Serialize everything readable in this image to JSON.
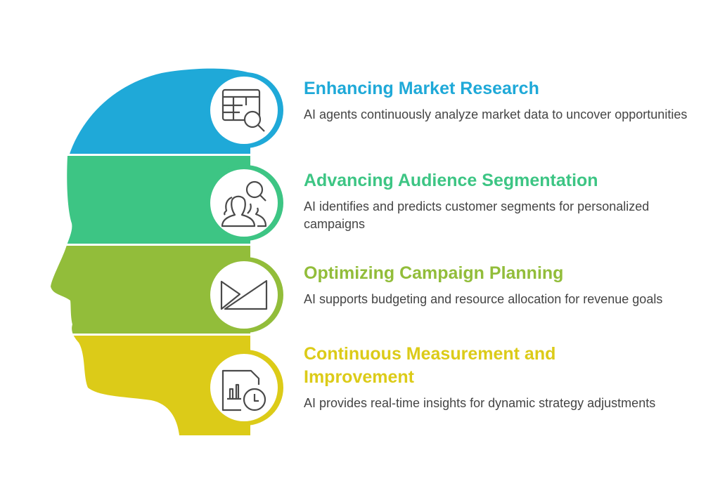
{
  "colors": {
    "blue": "#1FA9D8",
    "green": "#3DC584",
    "lime": "#92BD3A",
    "yellow": "#DCCB18",
    "icon": "#4a4a4a"
  },
  "items": [
    {
      "title": "Enhancing Market Research",
      "description": "AI agents continuously analyze market data to uncover opportunities",
      "icon": "table-search-icon"
    },
    {
      "title": "Advancing Audience Segmentation",
      "description": "AI identifies and predicts customer segments for personalized campaigns",
      "icon": "people-search-icon"
    },
    {
      "title": "Optimizing Campaign Planning",
      "description": "AI supports budgeting and resource allocation for revenue goals",
      "icon": "planning-triangles-icon"
    },
    {
      "title": "Continuous Measurement and Improvement",
      "description": "AI provides real-time insights for dynamic strategy adjustments",
      "icon": "report-clock-icon"
    }
  ]
}
